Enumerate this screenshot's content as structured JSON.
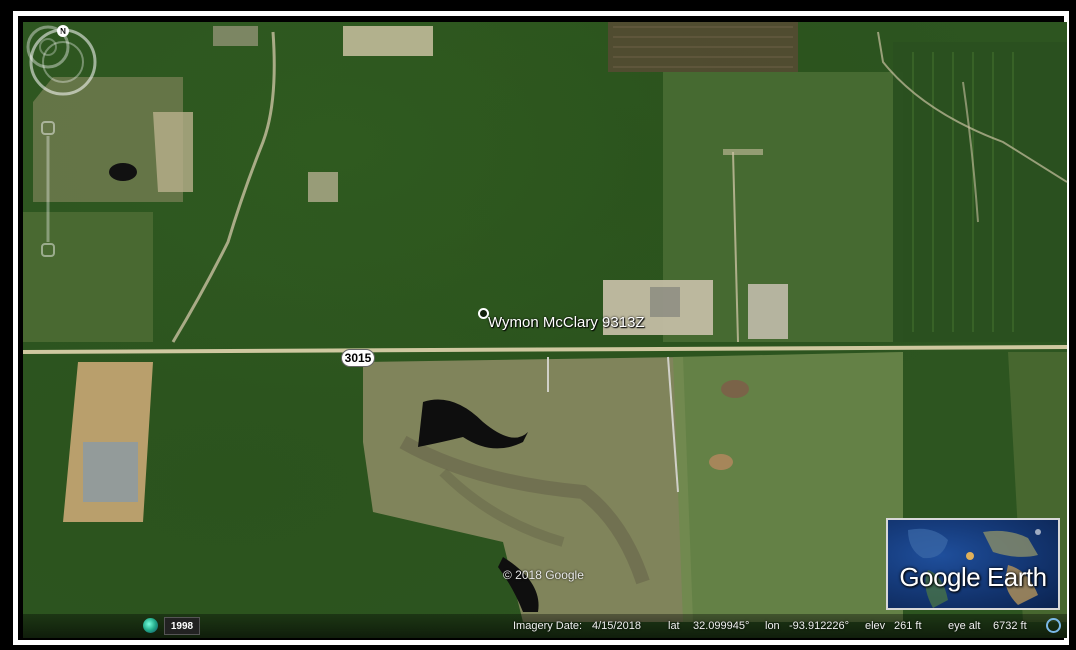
{
  "map": {
    "placemark_label": "Wymon McClary 9313Z",
    "road_label": "3015",
    "copyright": "© 2018 Google"
  },
  "navigation": {
    "compass_north_label": "N"
  },
  "status_bar": {
    "historical_year": "1998",
    "imagery_date_label": "Imagery Date:",
    "imagery_date": "4/15/2018",
    "lat_label": "lat",
    "lat": "32.099945°",
    "lon_label": "lon",
    "lon": "-93.912226°",
    "elev_label": "elev",
    "elev": "261 ft",
    "eye_alt_label": "eye alt",
    "eye_alt": "6732 ft"
  },
  "branding": {
    "logo_text": "Google Earth"
  }
}
